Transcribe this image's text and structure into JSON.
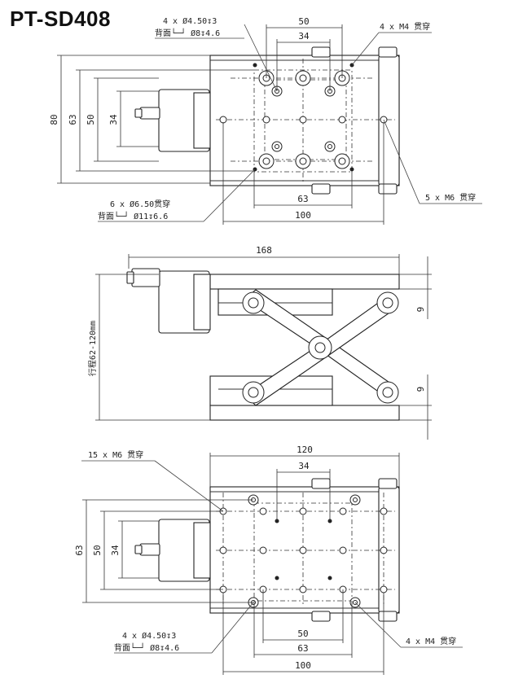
{
  "title": "PT-SD408",
  "top_view": {
    "dims": {
      "d80": "80",
      "d63v": "63",
      "d50v": "50",
      "d34v": "34",
      "d50h": "50",
      "d34h": "34",
      "d63h": "63",
      "d100h": "100"
    },
    "callouts": {
      "c4_line1": "4 x Ø4.50↧3",
      "c4_line2": "背面└─┘ Ø8↧4.6",
      "m4": "4 x M4 贯穿",
      "c6_line1": "6 x Ø6.50贯穿",
      "c6_line2": "背面└─┘ Ø11↧6.6",
      "m6": "5 x M6 贯穿"
    }
  },
  "side_view": {
    "dims": {
      "d168": "168",
      "d9a": "9",
      "d9b": "9"
    },
    "stroke": "行程62-120mm"
  },
  "bottom_view": {
    "dims": {
      "d120": "120",
      "d34h": "34",
      "d63v": "63",
      "d50v": "50",
      "d34v": "34",
      "d50h": "50",
      "d63h": "63",
      "d100h": "100"
    },
    "callouts": {
      "m6": "15 x M6 贯穿",
      "c4_line1": "4 x Ø4.50↧3",
      "c4_line2": "背面└─┘ Ø8↧4.6",
      "m4": "4 x M4 贯穿"
    }
  }
}
